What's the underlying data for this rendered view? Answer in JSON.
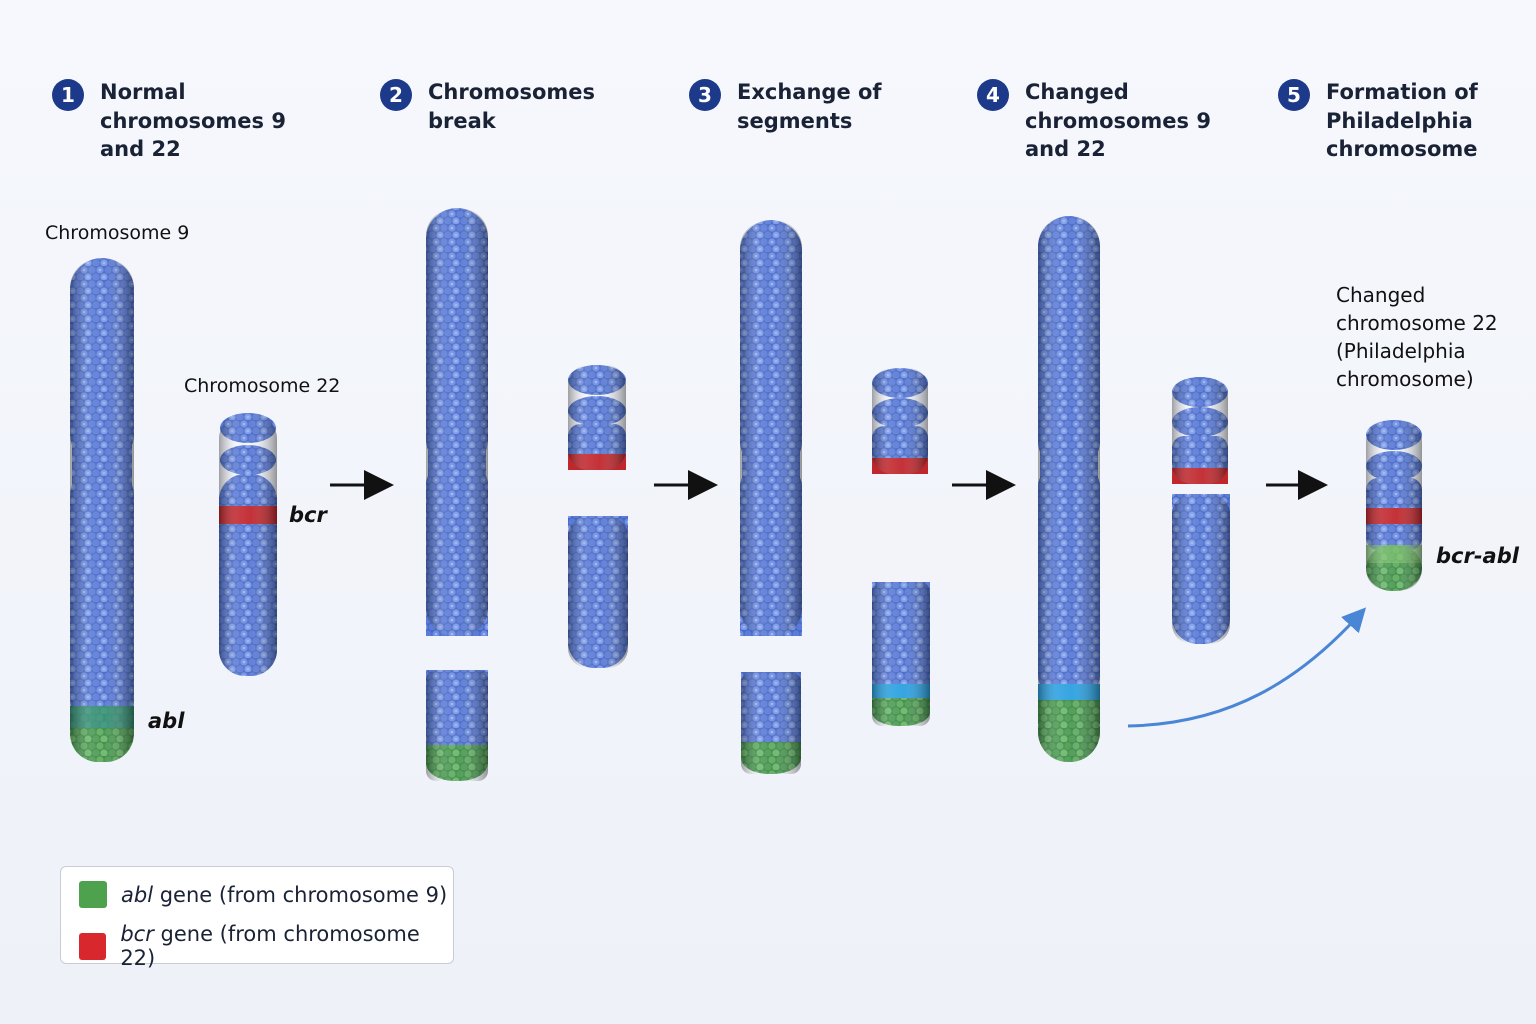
{
  "steps": [
    {
      "number": "1",
      "title": "Normal\nchromosomes 9\nand 22"
    },
    {
      "number": "2",
      "title": "Chromosomes\nbreak"
    },
    {
      "number": "3",
      "title": "Exchange of\nsegments"
    },
    {
      "number": "4",
      "title": "Changed\nchromosomes 9\nand 22"
    },
    {
      "number": "5",
      "title": "Formation of\nPhiladelphia\nchromosome"
    }
  ],
  "labels": {
    "chromosome9": "Chromosome 9",
    "chromosome22": "Chromosome 22",
    "changed22": "Changed\nchromosome 22\n(Philadelphia\nchromosome)"
  },
  "genes": {
    "bcr": "bcr",
    "abl": "abl",
    "fusion": "bcr-abl"
  },
  "legend": {
    "abl": {
      "gene": "abl",
      "text": " gene (from chromosome 9)",
      "color": "#4ea24e"
    },
    "bcr": {
      "gene": "bcr",
      "text": " gene (from chromosome 22)",
      "color": "#d8282e"
    }
  },
  "colors": {
    "chromosome": "#3f62c4",
    "abl_segment": "#3f8f4a",
    "bcr_band": "#c0272d",
    "breakpoint_band": "#2aa0e0",
    "step_badge": "#1d3a8a"
  }
}
